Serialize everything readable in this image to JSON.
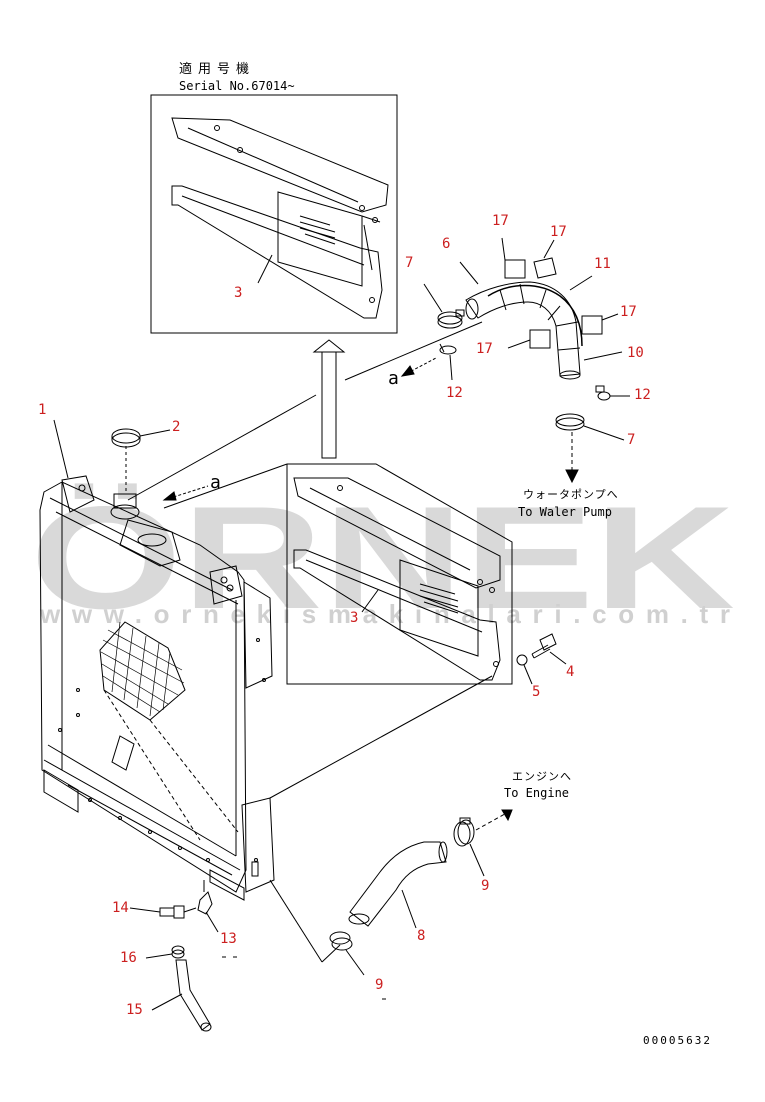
{
  "header": {
    "serial_jp": "適用号機",
    "serial_en": "Serial No.67014~"
  },
  "callouts": {
    "n1": "1",
    "n2": "2",
    "n3a": "3",
    "n3b": "3",
    "n4": "4",
    "n5": "5",
    "n6": "6",
    "n7a": "7",
    "n7b": "7",
    "n8": "8",
    "n9a": "9",
    "n9b": "9",
    "n10": "10",
    "n11": "11",
    "n12a": "12",
    "n12b": "12",
    "n13": "13",
    "n14": "14",
    "n15": "15",
    "n16": "16",
    "n17a": "17",
    "n17b": "17",
    "n17c": "17",
    "n17d": "17"
  },
  "view_refs": {
    "a1": "a",
    "a2": "a"
  },
  "directions": {
    "water_pump_jp": "ウォータポンプへ",
    "water_pump_en": "To Waler Pump",
    "engine_jp": "エンジンへ",
    "engine_en": "To Engine"
  },
  "watermark": {
    "brand": "ÖRNEK",
    "url": "www.ornekismakinalari.com.tr"
  },
  "drawing_number": "00005632",
  "colors": {
    "line": "#000000",
    "callout": "#cc2020",
    "watermark": "#d9d9d9"
  }
}
